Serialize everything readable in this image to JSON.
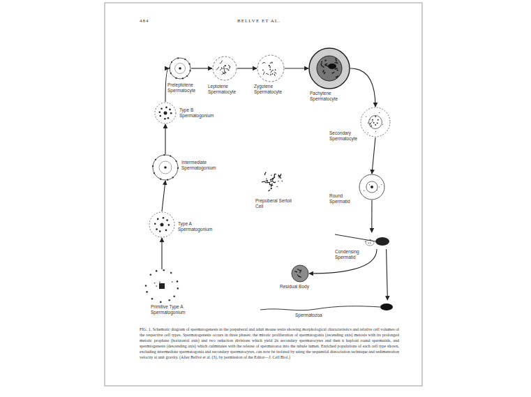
{
  "diagram": {
    "caption": "FIG. 1. Schematic diagram of spermatogenesis in the prepuberal and adult mouse testis showing morphological characteristics and relative cell volumes of the respective cell types. Spermatogenesis occurs in three phases: the mitotic proliferation of spermatogonia (ascending axis) meiosis with its prolonged meiotic prophase (horizontal axis) and two reduction divisions which yield 2n secondary spermatocytes and then n haploid round spermatids, and spermiogenesis (descending axis) which culminates with the release of spermatozoa into the tubule lumen. Enriched populations of each cell type shown, excluding intermediate spermatogonia and secondary spermatocytes, can now be isolated by using the sequential dissociation technique and sedimentation velocity at unit gravity. (After Bellvé et al. (3), by permission of the Editor—J. Cell Biol.)",
    "nodes": [
      {
        "text": [
          "Primitive Type A Spermatogonium"
        ]
      },
      {
        "text": [
          "Type A Spermatogonium"
        ]
      },
      {
        "text": [
          "Intermediate Spermatogonium"
        ]
      },
      {
        "text": [
          "Type B Spermatogonium"
        ]
      },
      {
        "text": [
          "Preleptotene Spermatocyte"
        ]
      },
      {
        "text": [
          "Leptotene Spermatocyte"
        ]
      },
      {
        "text": [
          "Zygotene Spermatocyte"
        ]
      },
      {
        "text": [
          "Pachytene Spermatocyte"
        ]
      },
      {
        "text": [
          "Secondary Spermatocyte"
        ]
      },
      {
        "text": [
          "Round Spermatid"
        ]
      },
      {
        "text": [
          "Condensing Spermatid"
        ]
      },
      {
        "text": [
          "Residual Body"
        ]
      },
      {
        "text": [
          "Spermatozoa"
        ]
      },
      {
        "text": [
          "Prepuberal Sertoli Cell"
        ]
      }
    ],
    "edges": [
      {
        "from": 0,
        "to": 1,
        "arrow": "to"
      },
      {
        "from": 1,
        "to": 2,
        "arrow": "to"
      },
      {
        "from": 2,
        "to": 3,
        "arrow": "to"
      },
      {
        "from": 3,
        "to": 4,
        "arrow": "to"
      },
      {
        "from": 4,
        "to": 5,
        "arrow": "to"
      },
      {
        "from": 5,
        "to": 6,
        "arrow": "to"
      },
      {
        "from": 6,
        "to": 7,
        "arrow": "to"
      },
      {
        "from": 7,
        "to": 8,
        "arrow": "to"
      },
      {
        "from": 8,
        "to": 9,
        "arrow": "to"
      },
      {
        "from": 9,
        "to": 10,
        "arrow": "to"
      },
      {
        "from": 10,
        "to": 11,
        "arrow": "to"
      },
      {
        "from": 10,
        "to": 12,
        "arrow": "to"
      }
    ],
    "labels": [
      "484",
      "BELLVE ET AL."
    ]
  }
}
